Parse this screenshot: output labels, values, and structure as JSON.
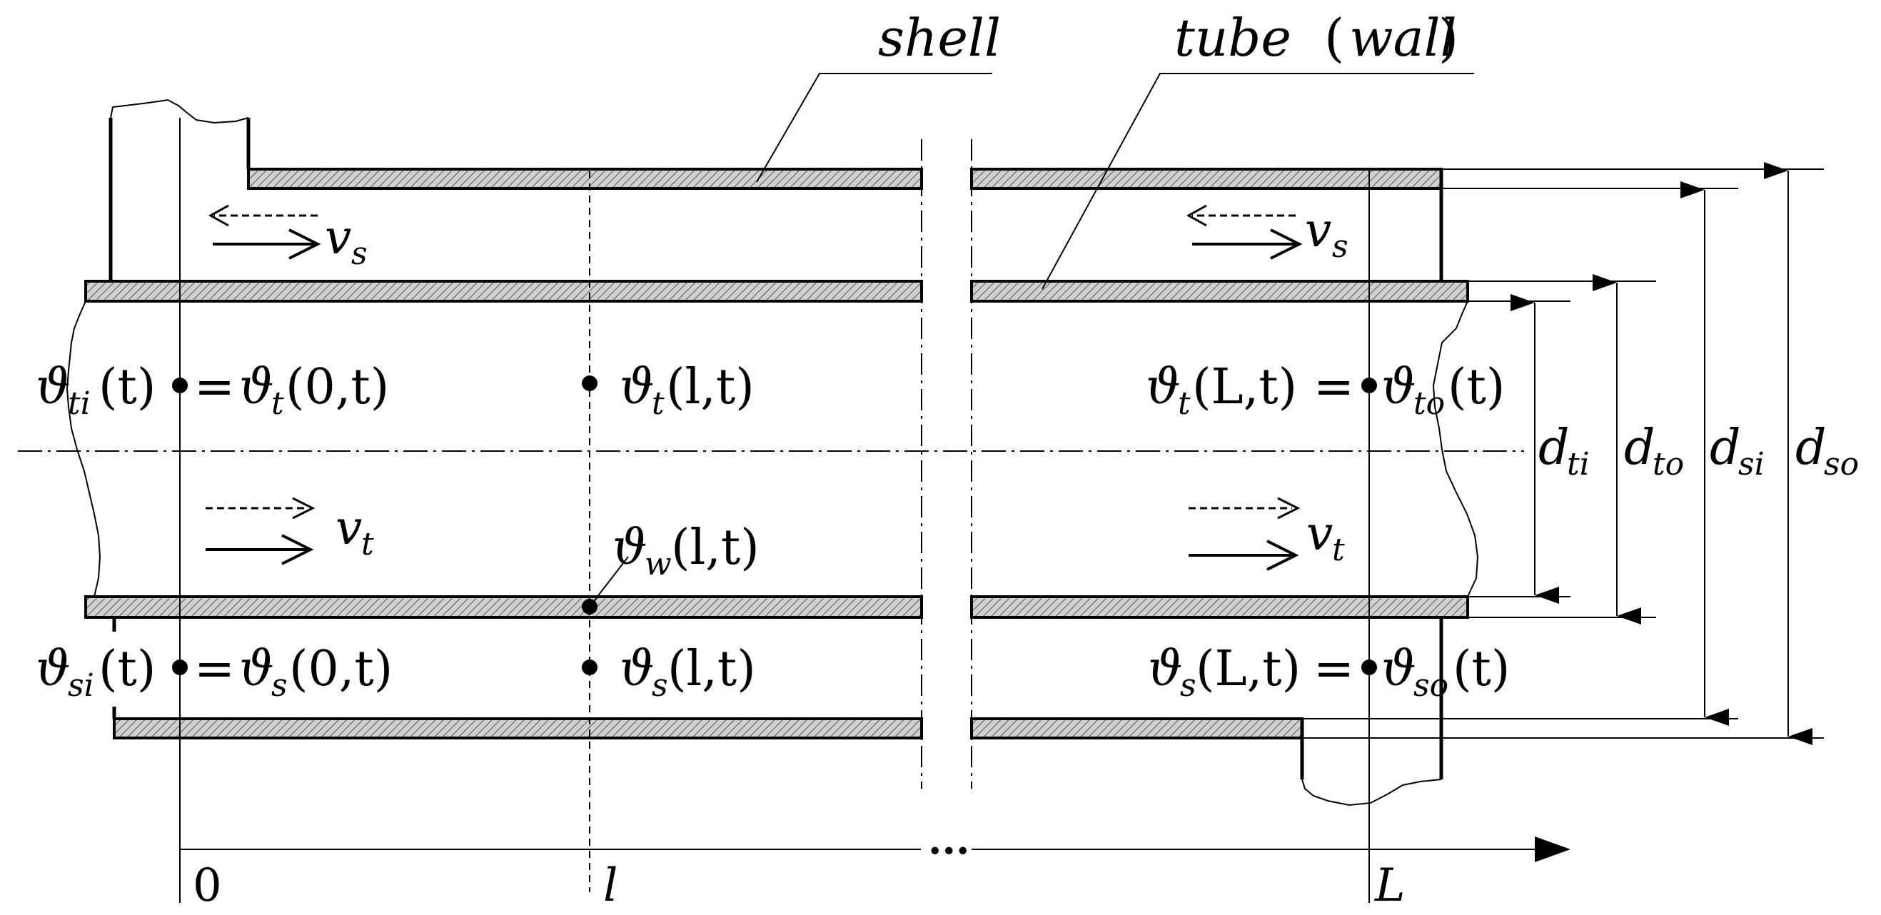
{
  "labels": {
    "shell": "shell",
    "tube": "tube",
    "wall": "wall",
    "paren_open": "(",
    "paren_close": ")",
    "vs": "v",
    "vs_sub": "s",
    "vt": "v",
    "vt_sub": "t",
    "theta": "ϑ",
    "eq": "=",
    "dot": "•",
    "ellipsis": "...",
    "x0": "0",
    "xl": "l",
    "xL": "L",
    "d": "d"
  },
  "sub": {
    "ti": "ti",
    "to": "to",
    "si": "si",
    "so": "so",
    "t": "t",
    "s": "s",
    "w": "w"
  },
  "args": {
    "t": "(t)",
    "zero_t": "(0,t)",
    "l_t": "(l,t)",
    "L_t": "(L,t)"
  },
  "colors": {
    "line": "#000000",
    "hatch_fill": "#bdbdbd",
    "background": "#ffffff"
  }
}
